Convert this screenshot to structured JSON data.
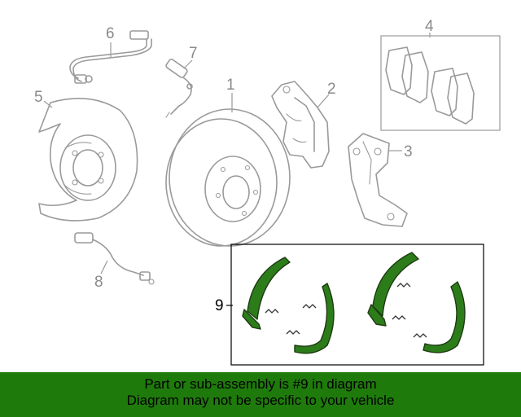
{
  "callouts": {
    "c1": "1",
    "c2": "2",
    "c3": "3",
    "c4": "4",
    "c5": "5",
    "c6": "6",
    "c7": "7",
    "c8": "8",
    "c9": "9"
  },
  "banner": {
    "line1": "Part or sub-assembly is #9 in diagram",
    "line2": "Diagram may not be specific to your vehicle"
  },
  "colors": {
    "banner_bg": "#1f7a0c",
    "highlight_part": "#2c7d1a",
    "outline": "#9a9a9a"
  },
  "icons": {
    "rotor": "brake-rotor-icon",
    "caliper": "brake-caliper-icon",
    "bracket": "caliper-bracket-icon",
    "pads": "brake-pads-icon",
    "shield": "dust-shield-icon",
    "sensor_cable": "wear-sensor-icon",
    "shoes": "parking-brake-shoes-icon"
  }
}
